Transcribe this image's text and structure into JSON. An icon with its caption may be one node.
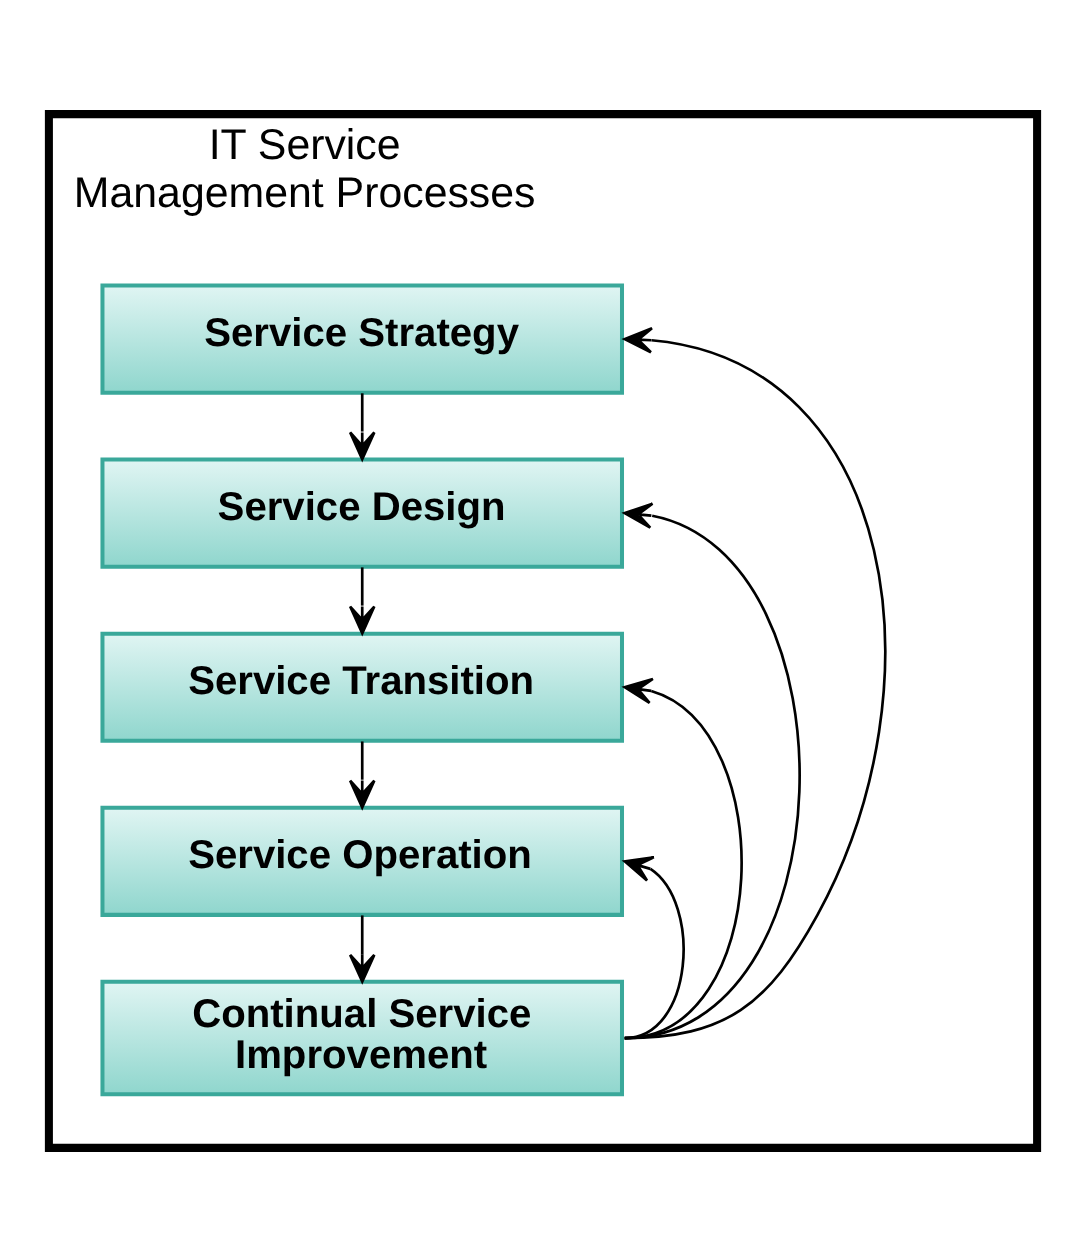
{
  "diagram": {
    "nodes": [
      {
        "text": [
          "IT Service Management Processes"
        ]
      },
      {
        "text": [
          "Service Strategy"
        ],
        "in": 0
      },
      {
        "text": [
          "Service Design"
        ],
        "in": 0
      },
      {
        "text": [
          "Service Transition"
        ],
        "in": 0
      },
      {
        "text": [
          "Service Operation"
        ],
        "in": 0
      },
      {
        "text": [
          "Continual Service Improvement"
        ],
        "in": 0
      }
    ],
    "edges": [
      {
        "from": 1,
        "to": 2,
        "arrow": "to"
      },
      {
        "from": 2,
        "to": 3,
        "arrow": "to"
      },
      {
        "from": 3,
        "to": 4,
        "arrow": "to"
      },
      {
        "from": 4,
        "to": 5,
        "arrow": "to"
      },
      {
        "from": 5,
        "to": 1,
        "arrow": "to"
      },
      {
        "from": 5,
        "to": 2,
        "arrow": "to"
      },
      {
        "from": 5,
        "to": 3,
        "arrow": "to"
      },
      {
        "from": 5,
        "to": 4,
        "arrow": "to"
      }
    ]
  }
}
